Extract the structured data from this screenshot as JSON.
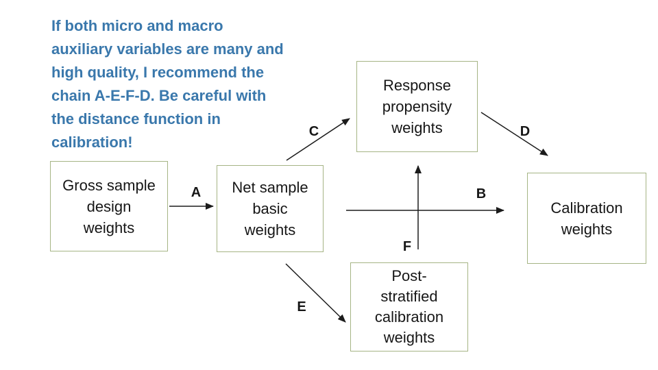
{
  "note": {
    "text": "If both micro and macro\nauxiliary variables are many and\nhigh quality, I recommend the\nchain A-E-F-D. Be careful with\nthe distance function in\ncalibration!"
  },
  "nodes": {
    "gross": {
      "label": "Gross sample\ndesign\nweights"
    },
    "net": {
      "label": "Net sample\nbasic\nweights"
    },
    "response": {
      "label": "Response\npropensity\nweights"
    },
    "calibration": {
      "label": "Calibration\nweights"
    },
    "post": {
      "label": "Post-\nstratified\ncalibration\nweights"
    }
  },
  "edges": {
    "a": {
      "label": "A",
      "from": "gross",
      "to": "net"
    },
    "b": {
      "label": "B",
      "from": "net",
      "to": "calibration"
    },
    "c": {
      "label": "C",
      "from": "net",
      "to": "response"
    },
    "d": {
      "label": "D",
      "from": "response",
      "to": "calibration"
    },
    "e": {
      "label": "E",
      "from": "net",
      "to": "post"
    },
    "f": {
      "label": "F",
      "from": "post",
      "to": "response"
    }
  },
  "colors": {
    "box_border": "#a5b484",
    "note_text": "#3a78ac",
    "arrow": "#1b1b1b",
    "node_text": "#161616",
    "background": "#ffffff"
  }
}
